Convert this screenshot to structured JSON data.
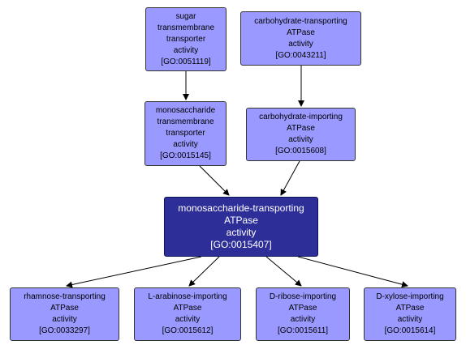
{
  "nodes": {
    "sugar_transmembrane": {
      "lines": [
        "sugar",
        "transmembrane",
        "transporter",
        "activity",
        "[GO:0051119]"
      ]
    },
    "carbohydrate_transporting": {
      "lines": [
        "carbohydrate-transporting",
        "ATPase",
        "activity",
        "[GO:0043211]"
      ]
    },
    "monosaccharide_transmembrane": {
      "lines": [
        "monosaccharide",
        "transmembrane",
        "transporter",
        "activity",
        "[GO:0015145]"
      ]
    },
    "carbohydrate_importing": {
      "lines": [
        "carbohydrate-importing",
        "ATPase",
        "activity",
        "[GO:0015608]"
      ]
    },
    "monosaccharide_transporting": {
      "lines": [
        "monosaccharide-transporting",
        "ATPase",
        "activity",
        "[GO:0015407]"
      ]
    },
    "rhamnose_transporting": {
      "lines": [
        "rhamnose-transporting",
        "ATPase",
        "activity",
        "[GO:0033297]"
      ]
    },
    "arabinose_importing": {
      "lines": [
        "L-arabinose-importing",
        "ATPase",
        "activity",
        "[GO:0015612]"
      ]
    },
    "ribose_importing": {
      "lines": [
        "D-ribose-importing",
        "ATPase",
        "activity",
        "[GO:0015611]"
      ]
    },
    "xylose_importing": {
      "lines": [
        "D-xylose-importing",
        "ATPase",
        "activity",
        "[GO:0015614]"
      ]
    }
  },
  "colors": {
    "node_fill": "#9999ff",
    "focus_fill": "#2e2e99",
    "edge": "#000000"
  }
}
